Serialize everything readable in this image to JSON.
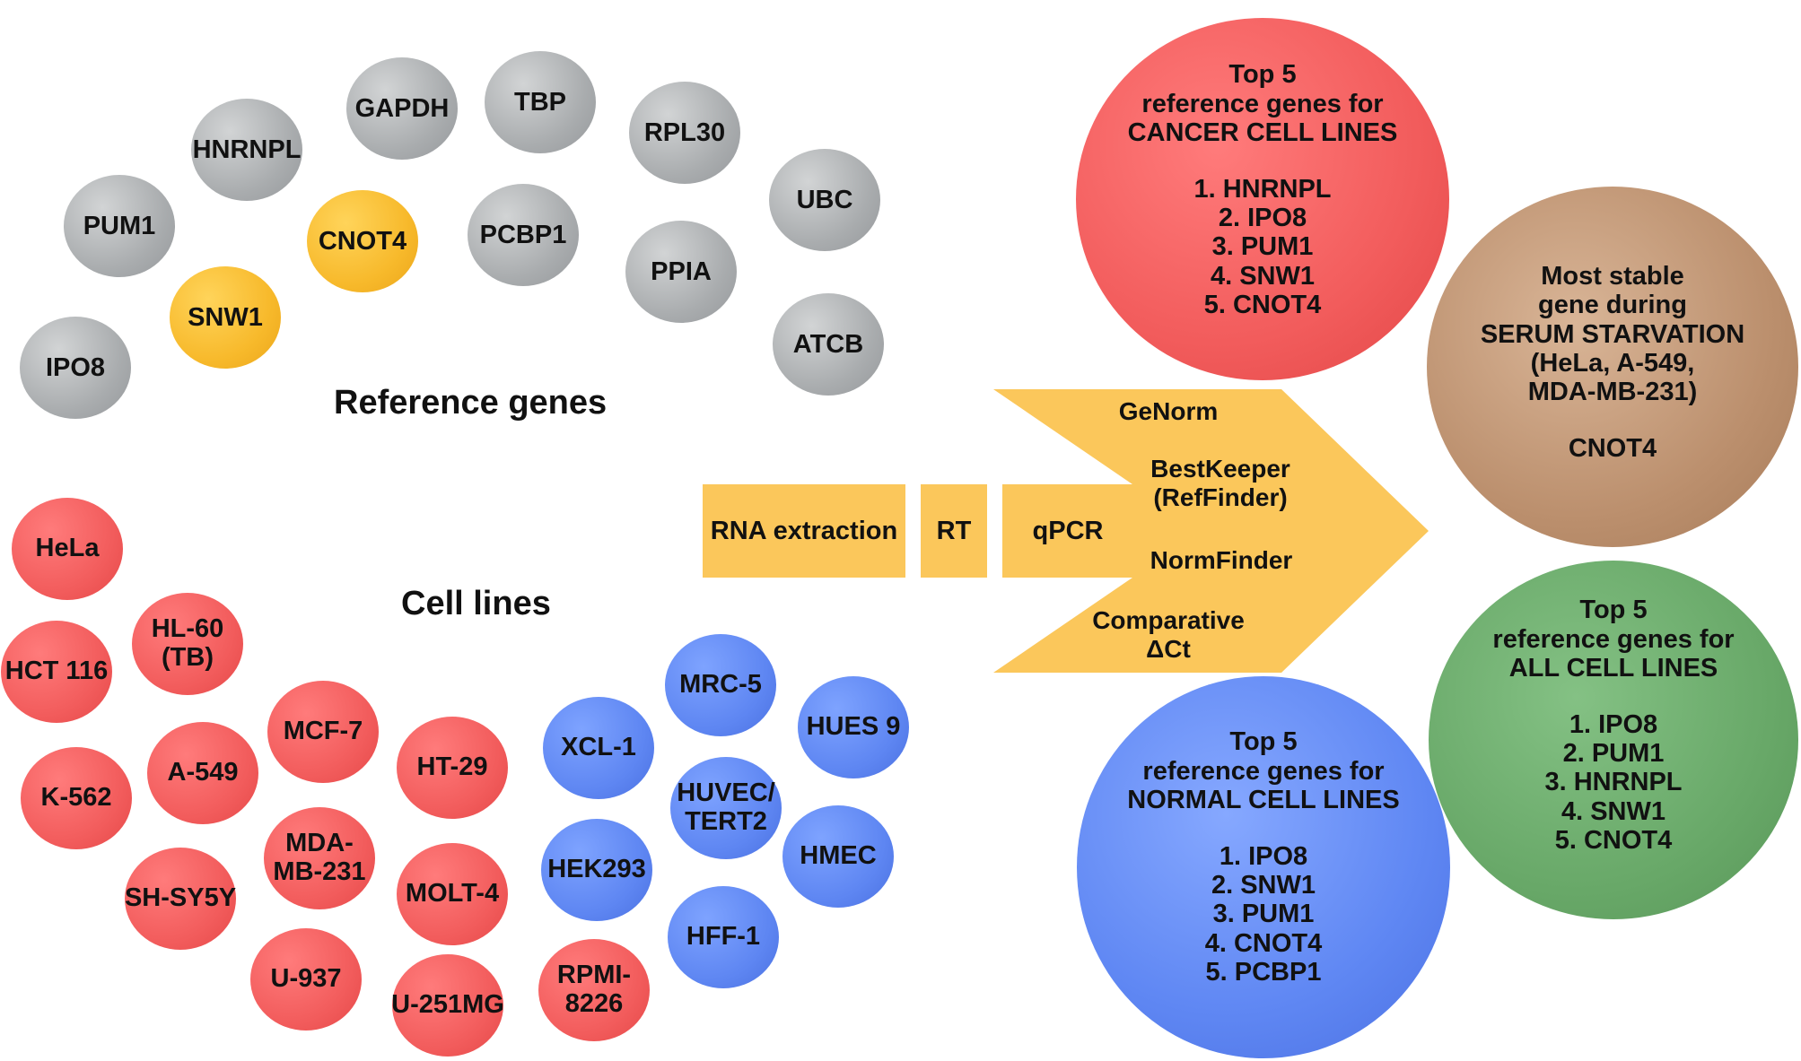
{
  "reference_genes": {
    "heading": "Reference genes",
    "genes": [
      {
        "label": "GAPDH",
        "highlight": false
      },
      {
        "label": "TBP",
        "highlight": false
      },
      {
        "label": "HNRNPL",
        "highlight": false
      },
      {
        "label": "RPL30",
        "highlight": false
      },
      {
        "label": "UBC",
        "highlight": false
      },
      {
        "label": "PUM1",
        "highlight": false
      },
      {
        "label": "CNOT4",
        "highlight": true
      },
      {
        "label": "PCBP1",
        "highlight": false
      },
      {
        "label": "PPIA",
        "highlight": false
      },
      {
        "label": "SNW1",
        "highlight": true
      },
      {
        "label": "ATCB",
        "highlight": false
      },
      {
        "label": "IPO8",
        "highlight": false
      }
    ]
  },
  "cell_lines": {
    "heading": "Cell lines",
    "cancer": [
      "HeLa",
      "HCT 116",
      "HL-60\n(TB)",
      "MCF-7",
      "A-549",
      "K-562",
      "HT-29",
      "MDA-\nMB-231",
      "SH-SY5Y",
      "MOLT-4",
      "U-937",
      "U-251MG",
      "RPMI-\n8226"
    ],
    "normal": [
      "MRC-5",
      "HUES 9",
      "XCL-1",
      "HUVEC/\nTERT2",
      "HEK293",
      "HMEC",
      "HFF-1"
    ]
  },
  "workflow": {
    "steps": [
      "RNA extraction",
      "RT",
      "qPCR"
    ],
    "algorithms": [
      "GeNorm",
      "BestKeeper\n(RefFinder)",
      "NormFinder",
      "Comparative\nΔCt"
    ]
  },
  "results": {
    "cancer": {
      "title": "Top 5\nreference genes for\nCANCER CELL LINES",
      "items": [
        "1. HNRNPL",
        "2. IPO8",
        "3. PUM1",
        "4. SNW1",
        "5. CNOT4"
      ]
    },
    "starvation": {
      "title": "Most stable\ngene during\nSERUM STARVATION\n(HeLa, A-549,\nMDA-MB-231)",
      "gene": "CNOT4"
    },
    "all": {
      "title": "Top 5\nreference genes for\nALL CELL LINES",
      "items": [
        "1. IPO8",
        "2. PUM1",
        "3. HNRNPL",
        "4. SNW1",
        "5. CNOT4"
      ]
    },
    "normal": {
      "title": "Top 5\nreference genes for\nNORMAL CELL LINES",
      "items": [
        "1. IPO8",
        "2. SNW1",
        "3. PUM1",
        "4. CNOT4",
        "5. PCBP1"
      ]
    }
  },
  "colors": {
    "gene": "#a9acae",
    "highlight": "#f7b92b",
    "cancer": "#f25c5c",
    "normal": "#5e86f2",
    "arrow": "#fbc75b",
    "starvation": "#b88a6a",
    "all": "#6aa86a"
  }
}
